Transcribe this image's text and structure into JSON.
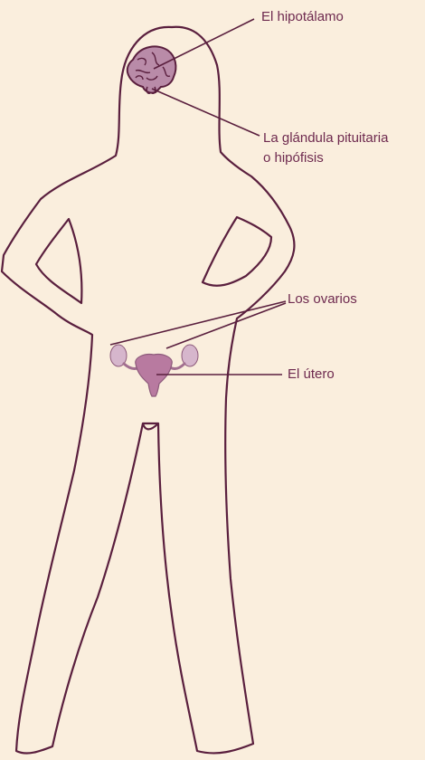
{
  "colors": {
    "background": "#faeedd",
    "outline": "#5a1f3e",
    "organ_fill": "#b87aa0",
    "label_text": "#6e2a4f"
  },
  "labels": {
    "hypothalamus": "El hipotálamo",
    "pituitary_line1": "La glándula pituitaria",
    "pituitary_line2": "o hipófisis",
    "ovaries": "Los ovarios",
    "uterus": "El útero"
  }
}
